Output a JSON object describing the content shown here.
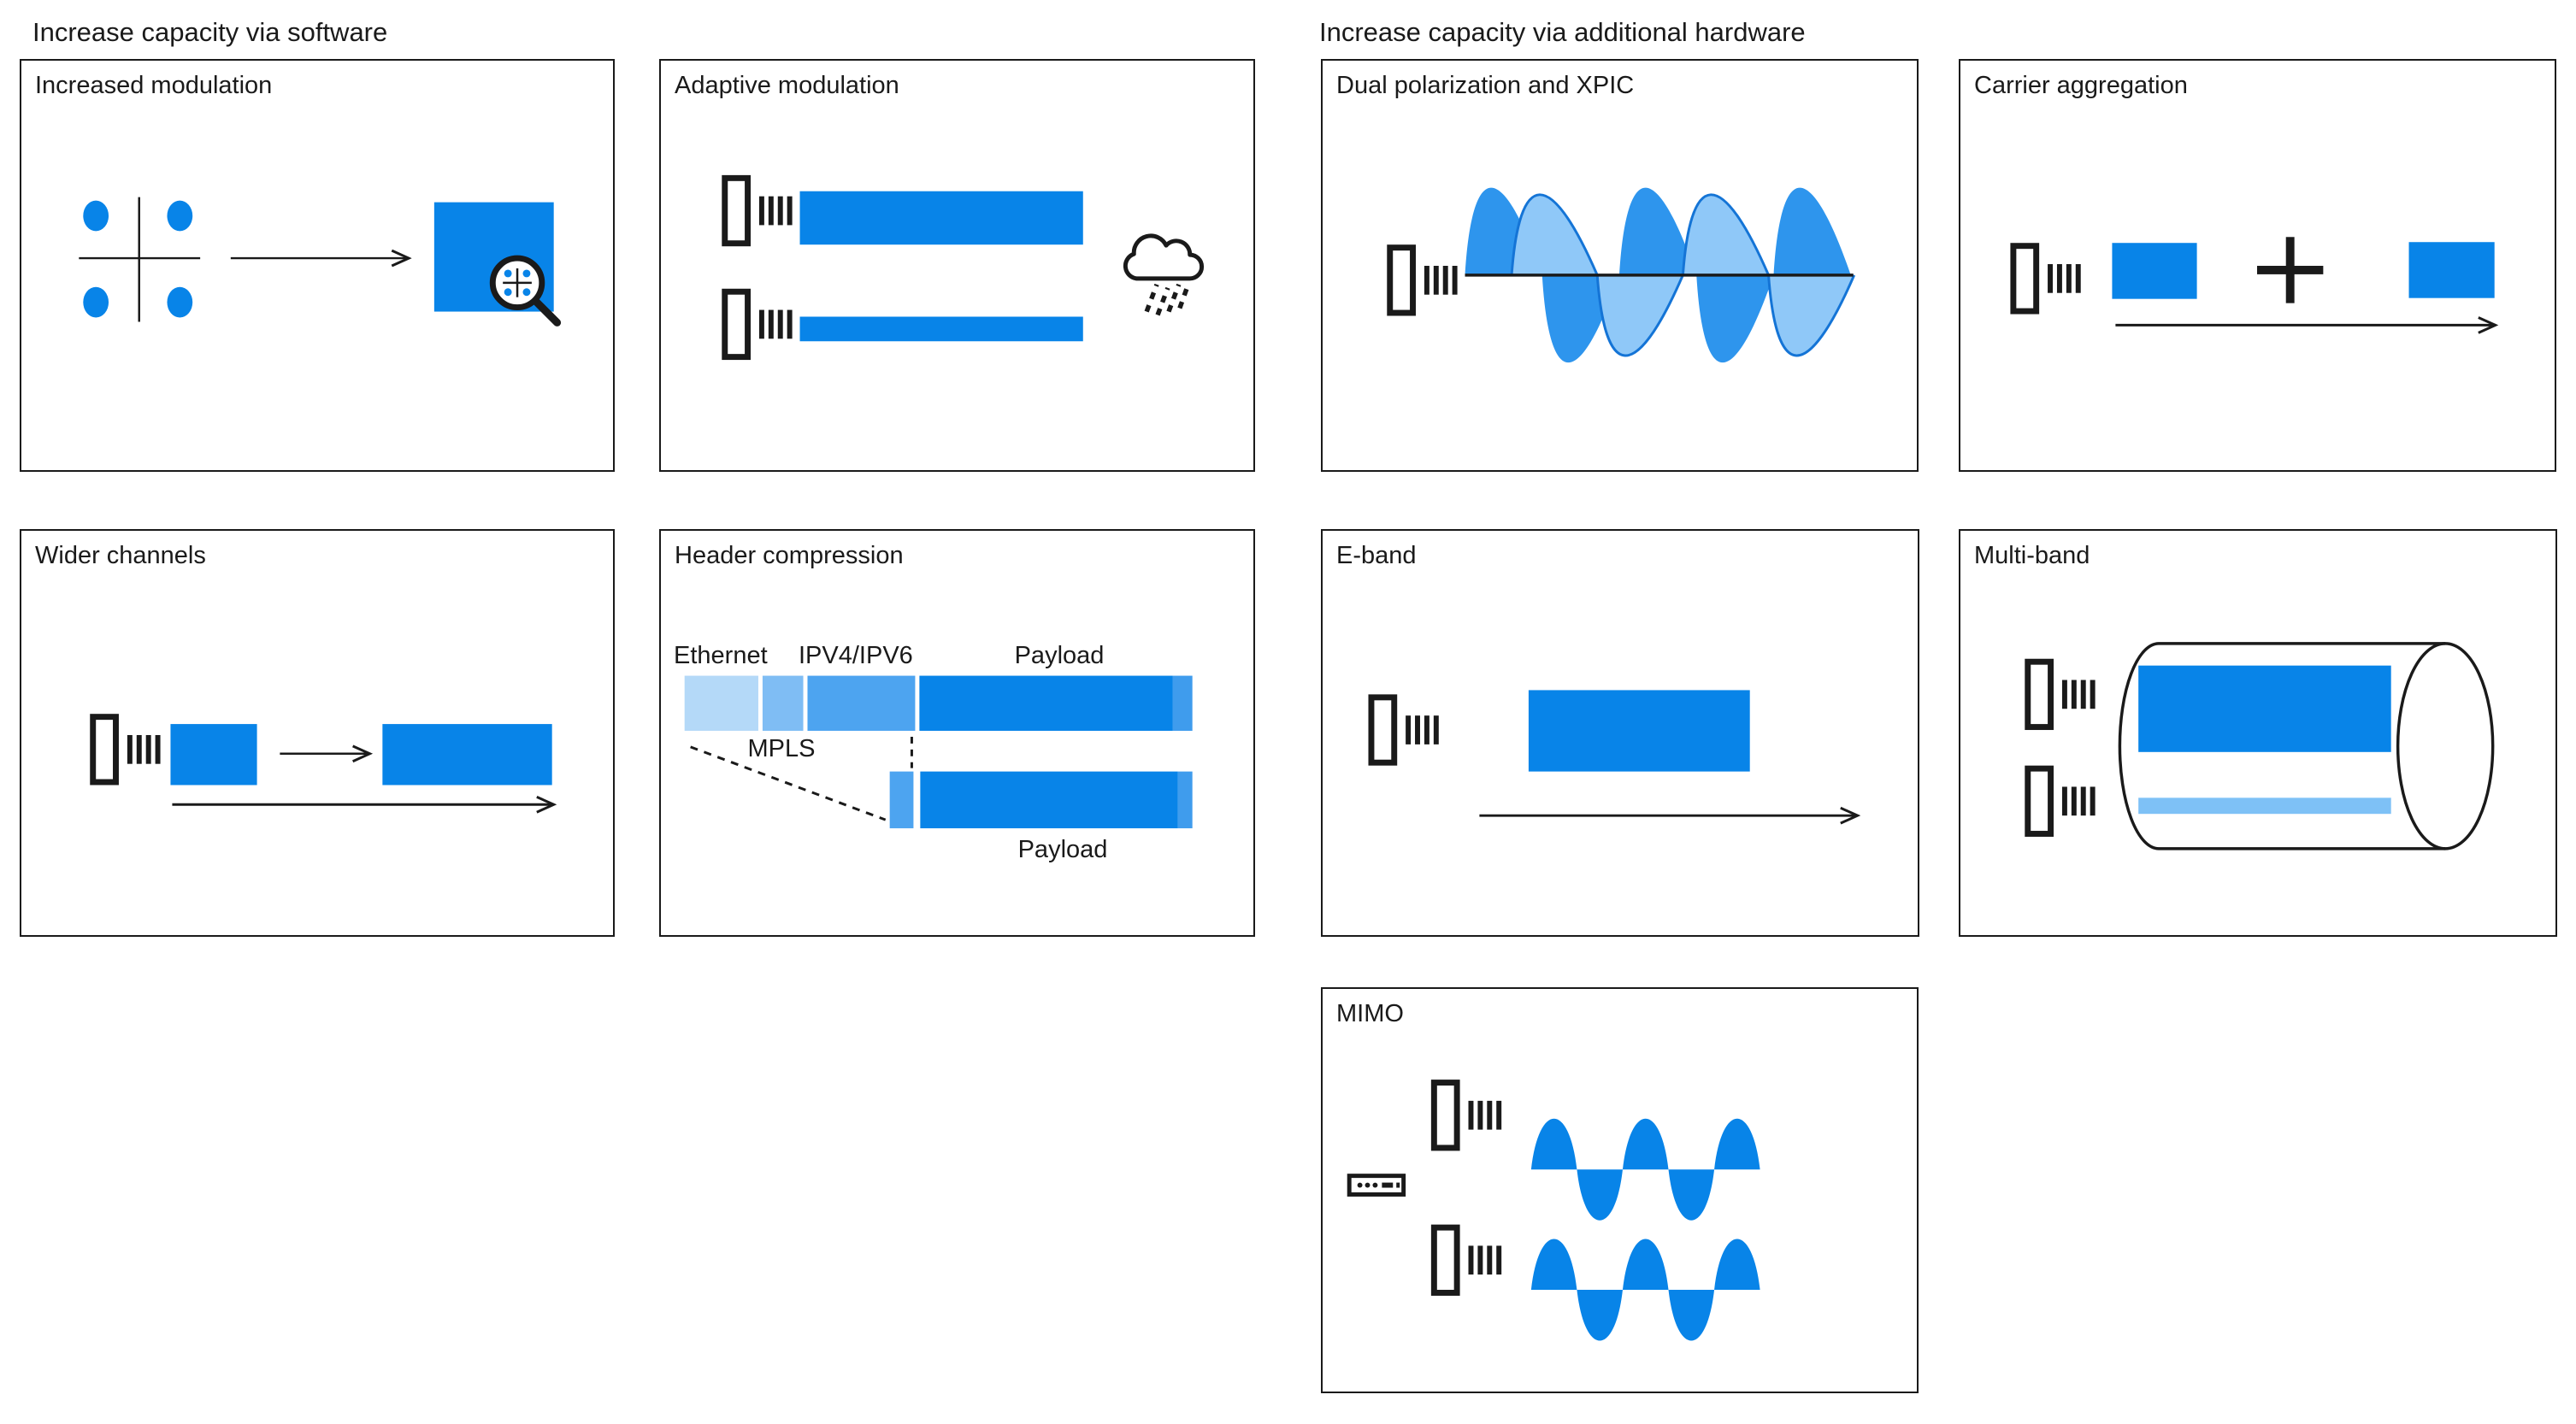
{
  "groups": [
    {
      "title": "Increase capacity via software"
    },
    {
      "title": "Increase capacity via additional hardware"
    }
  ],
  "panels": {
    "increased_modulation": {
      "title": "Increased modulation"
    },
    "adaptive_modulation": {
      "title": "Adaptive modulation"
    },
    "dual_polarization": {
      "title": "Dual polarization and XPIC"
    },
    "carrier_aggregation": {
      "title": "Carrier aggregation"
    },
    "wider_channels": {
      "title": "Wider channels"
    },
    "header_compression": {
      "title": "Header compression",
      "labels": {
        "ethernet": "Ethernet",
        "ip": "IPV4/IPV6",
        "payload_top": "Payload",
        "mpls": "MPLS",
        "payload_bottom": "Payload"
      }
    },
    "e_band": {
      "title": "E-band"
    },
    "multi_band": {
      "title": "Multi-band"
    },
    "mimo": {
      "title": "MIMO"
    }
  },
  "colors": {
    "ink": "#1a1a1a",
    "primary_blue": "#0884e8",
    "wave_dark": "#2e95ed",
    "wave_light_fill": "#8fc8f8",
    "wave_light_stroke": "#1474d6",
    "ethernet_light": "#b4d9f8",
    "mpls_medium": "#7fbdf4",
    "ip_medium": "#4da4f0",
    "cap_blue": "#3f9ced",
    "multiband_light": "#7ec1f6"
  }
}
